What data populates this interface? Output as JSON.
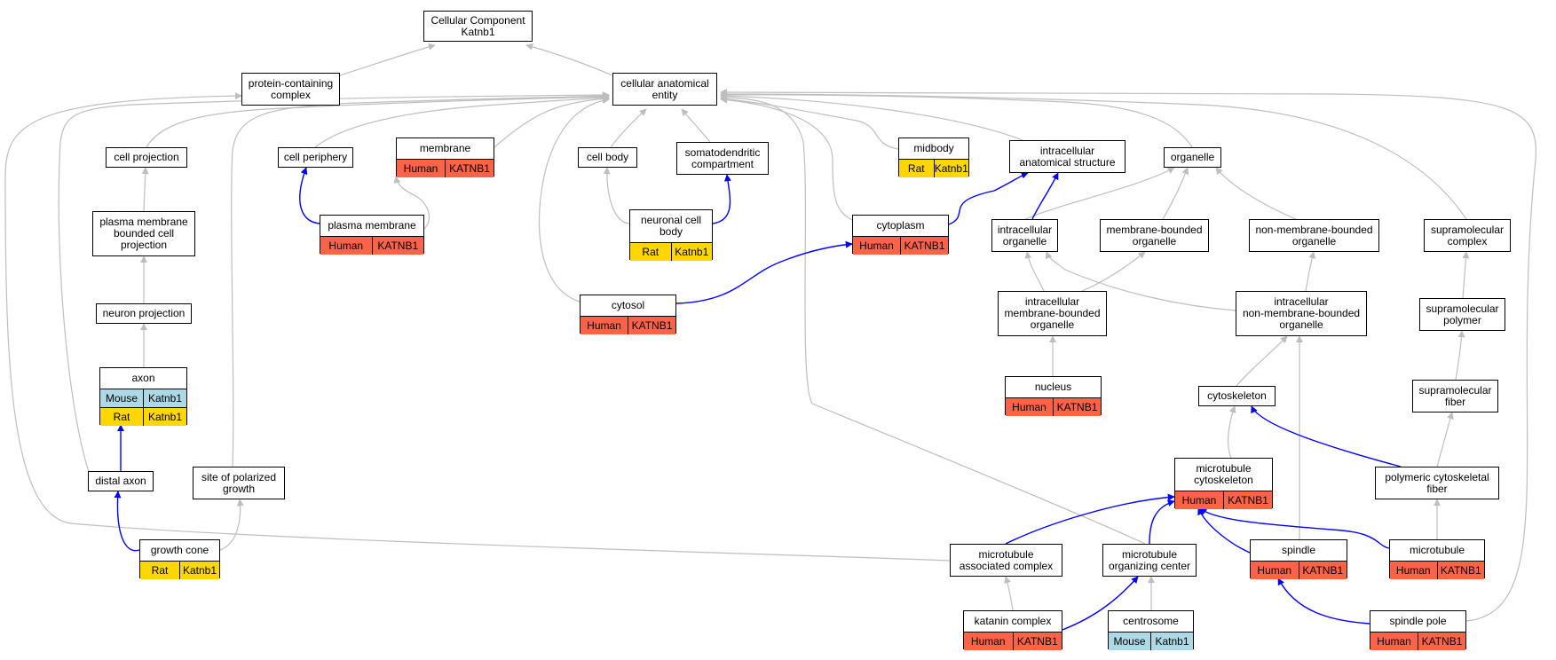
{
  "graph": {
    "colors": {
      "Human": "#ff6347",
      "Mouse": "#add8e6",
      "Rat": "#ffd700",
      "is_a_edge": "#bebebe",
      "annotation_edge": "#0000ff"
    },
    "nodes": [
      {
        "id": "root",
        "label": "Cellular Component\nKatnb1"
      },
      {
        "id": "protein-containing-complex",
        "label": "protein-containing\ncomplex"
      },
      {
        "id": "cellular-anatomical-entity",
        "label": "cellular anatomical\nentity"
      },
      {
        "id": "cell-projection",
        "label": "cell projection"
      },
      {
        "id": "cell-periphery",
        "label": "cell periphery"
      },
      {
        "id": "membrane",
        "label": "membrane",
        "annotations": [
          {
            "species": "Human",
            "gene": "KATNB1"
          }
        ]
      },
      {
        "id": "cell-body",
        "label": "cell body"
      },
      {
        "id": "somatodendritic-compartment",
        "label": "somatodendritic\ncompartment"
      },
      {
        "id": "midbody",
        "label": "midbody",
        "annotations": [
          {
            "species": "Rat",
            "gene": "Katnb1"
          }
        ]
      },
      {
        "id": "intracellular-anatomical-structure",
        "label": "intracellular\nanatomical structure"
      },
      {
        "id": "organelle",
        "label": "organelle"
      },
      {
        "id": "plasma-membrane-bounded-cell-projection",
        "label": "plasma membrane\nbounded cell\nprojection"
      },
      {
        "id": "plasma-membrane",
        "label": "plasma membrane",
        "annotations": [
          {
            "species": "Human",
            "gene": "KATNB1"
          }
        ]
      },
      {
        "id": "neuronal-cell-body",
        "label": "neuronal cell\nbody",
        "annotations": [
          {
            "species": "Rat",
            "gene": "Katnb1"
          }
        ]
      },
      {
        "id": "cytoplasm",
        "label": "cytoplasm",
        "annotations": [
          {
            "species": "Human",
            "gene": "KATNB1"
          }
        ]
      },
      {
        "id": "intracellular-organelle",
        "label": "intracellular\norganelle"
      },
      {
        "id": "membrane-bounded-organelle",
        "label": "membrane-bounded\norganelle"
      },
      {
        "id": "non-membrane-bounded-organelle",
        "label": "non-membrane-bounded\norganelle"
      },
      {
        "id": "supramolecular-complex",
        "label": "supramolecular\ncomplex"
      },
      {
        "id": "neuron-projection",
        "label": "neuron projection"
      },
      {
        "id": "cytosol",
        "label": "cytosol",
        "annotations": [
          {
            "species": "Human",
            "gene": "KATNB1"
          }
        ]
      },
      {
        "id": "intracellular-membrane-bounded-organelle",
        "label": "intracellular\nmembrane-bounded\norganelle"
      },
      {
        "id": "intracellular-non-membrane-bounded-organelle",
        "label": "intracellular\nnon-membrane-bounded\norganelle"
      },
      {
        "id": "supramolecular-polymer",
        "label": "supramolecular\npolymer"
      },
      {
        "id": "axon",
        "label": "axon",
        "annotations": [
          {
            "species": "Mouse",
            "gene": "Katnb1"
          },
          {
            "species": "Rat",
            "gene": "Katnb1"
          }
        ]
      },
      {
        "id": "nucleus",
        "label": "nucleus",
        "annotations": [
          {
            "species": "Human",
            "gene": "KATNB1"
          }
        ]
      },
      {
        "id": "cytoskeleton",
        "label": "cytoskeleton"
      },
      {
        "id": "supramolecular-fiber",
        "label": "supramolecular\nfiber"
      },
      {
        "id": "distal-axon",
        "label": "distal axon"
      },
      {
        "id": "site-of-polarized-growth",
        "label": "site of polarized\ngrowth"
      },
      {
        "id": "microtubule-cytoskeleton",
        "label": "microtubule\ncytoskeleton",
        "annotations": [
          {
            "species": "Human",
            "gene": "KATNB1"
          }
        ]
      },
      {
        "id": "polymeric-cytoskeletal-fiber",
        "label": "polymeric cytoskeletal\nfiber"
      },
      {
        "id": "growth-cone",
        "label": "growth cone",
        "annotations": [
          {
            "species": "Rat",
            "gene": "Katnb1"
          }
        ]
      },
      {
        "id": "microtubule-associated-complex",
        "label": "microtubule\nassociated complex"
      },
      {
        "id": "microtubule-organizing-center",
        "label": "microtubule\norganizing center"
      },
      {
        "id": "spindle",
        "label": "spindle",
        "annotations": [
          {
            "species": "Human",
            "gene": "KATNB1"
          }
        ]
      },
      {
        "id": "microtubule",
        "label": "microtubule",
        "annotations": [
          {
            "species": "Human",
            "gene": "KATNB1"
          }
        ]
      },
      {
        "id": "katanin-complex",
        "label": "katanin complex",
        "annotations": [
          {
            "species": "Human",
            "gene": "KATNB1"
          }
        ]
      },
      {
        "id": "centrosome",
        "label": "centrosome",
        "annotations": [
          {
            "species": "Mouse",
            "gene": "Katnb1"
          }
        ]
      },
      {
        "id": "spindle-pole",
        "label": "spindle pole",
        "annotations": [
          {
            "species": "Human",
            "gene": "KATNB1"
          }
        ]
      }
    ]
  }
}
